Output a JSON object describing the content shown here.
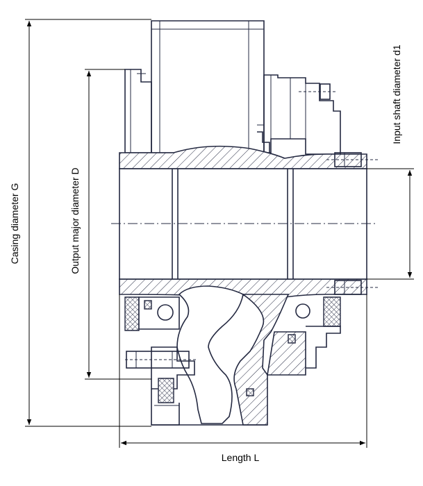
{
  "labels": {
    "casing_diameter": "Casing diameter G",
    "output_major_diameter": "Output major diameter D",
    "input_shaft_diameter": "Input shaft diameter d1",
    "length": "Length L"
  }
}
